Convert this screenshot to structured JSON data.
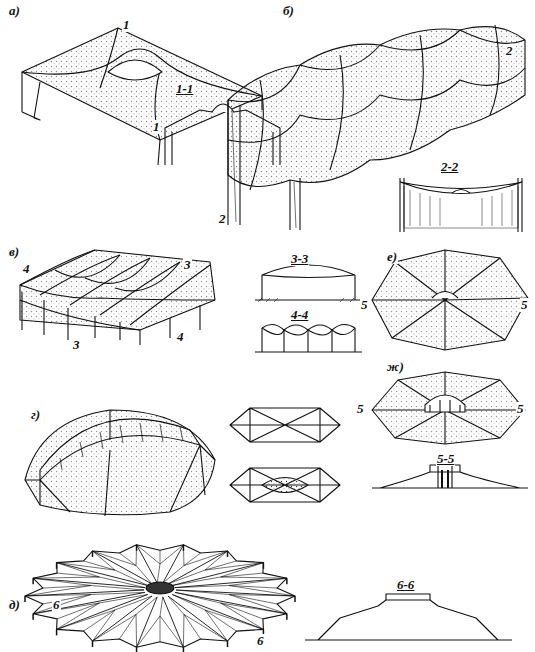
{
  "diagram": {
    "labels": [
      "а)",
      "1",
      "1-1",
      "1",
      "б)",
      "2",
      "2-2",
      "2",
      "в)",
      "4",
      "3",
      "3-3",
      "4-4",
      "4",
      "3",
      "е)",
      "5",
      "5",
      "ж)",
      "5",
      "5",
      "5-5",
      "г)",
      "д)",
      "6",
      "6-6",
      "6"
    ]
  }
}
